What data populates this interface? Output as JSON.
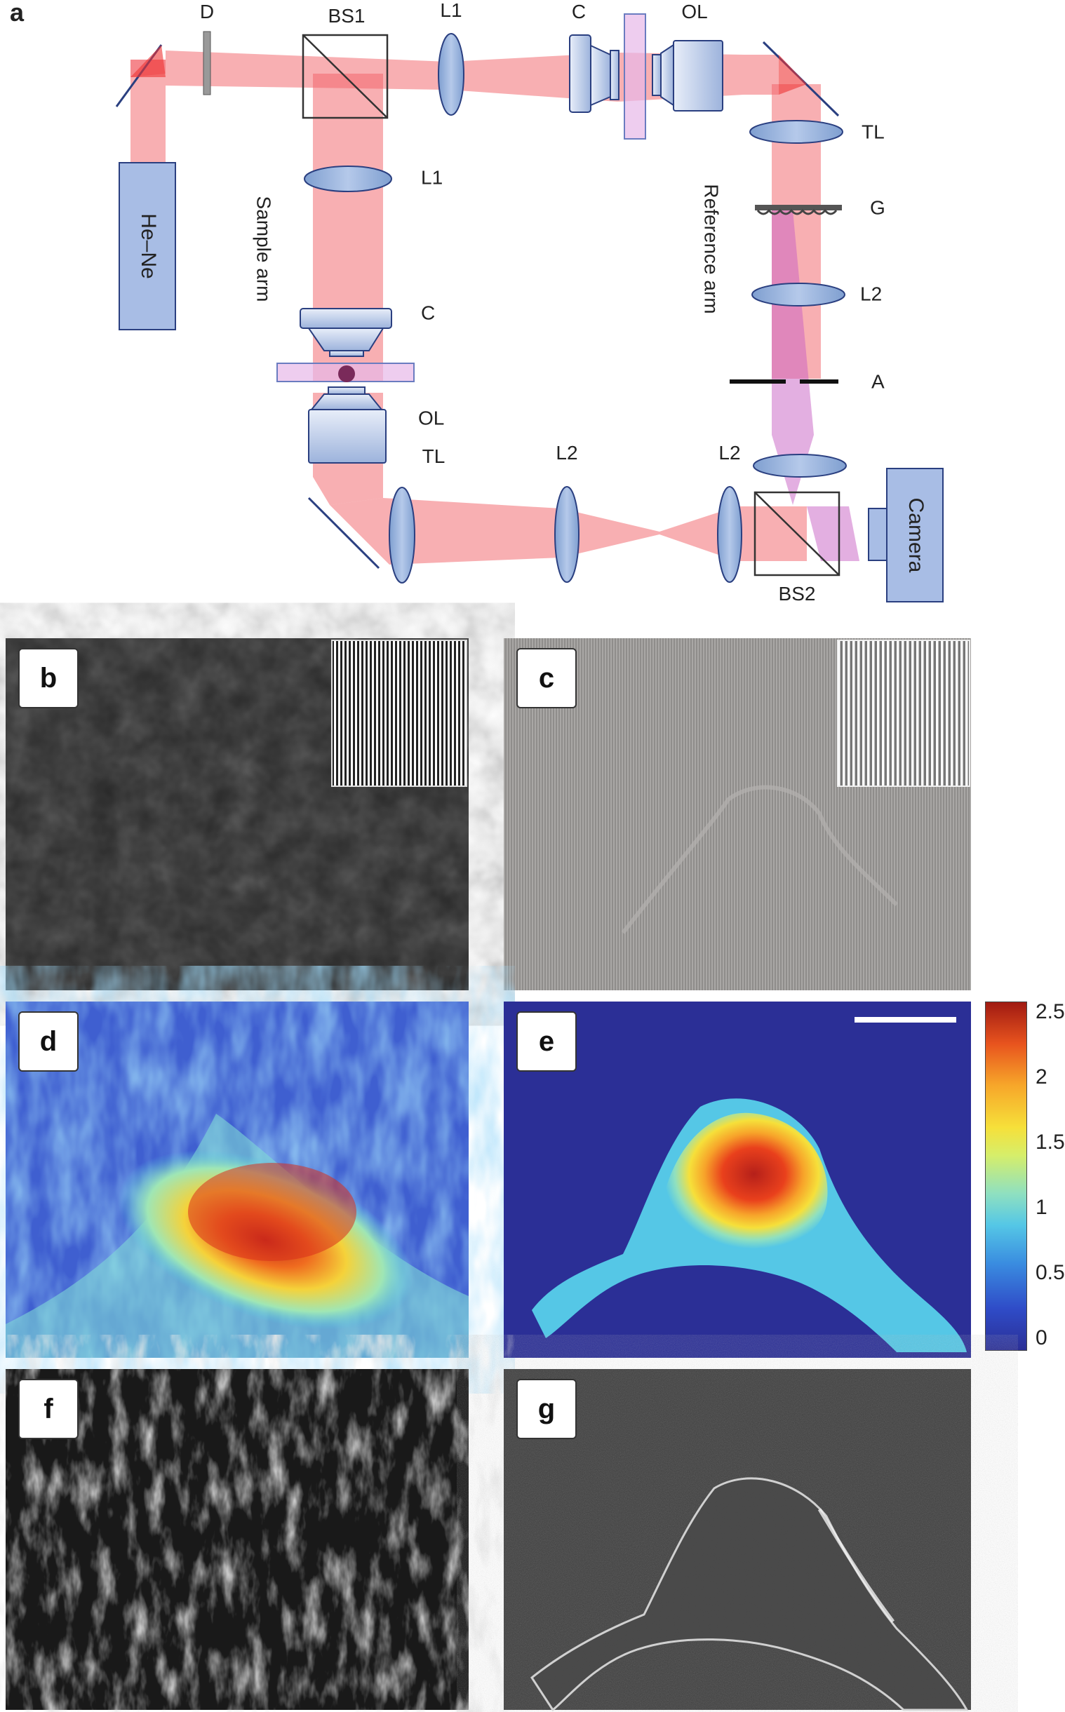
{
  "panel_a": {
    "letter": "a",
    "labels": {
      "D": "D",
      "BS1": "BS1",
      "L1_top": "L1",
      "C_top": "C",
      "OL_top": "OL",
      "L1_sample": "L1",
      "C_sample": "C",
      "OL_sample": "OL",
      "TL_sample": "TL",
      "L2_bottom_mid": "L2",
      "L2_bottom_right": "L2",
      "BS2": "BS2",
      "TL_ref": "TL",
      "G": "G",
      "L2_ref": "L2",
      "A": "A",
      "laser": "He–Ne",
      "camera": "Camera",
      "sample_arm": "Sample arm",
      "reference_arm": "Reference arm"
    }
  },
  "panels": {
    "b": {
      "letter": "b"
    },
    "c": {
      "letter": "c"
    },
    "d": {
      "letter": "d"
    },
    "e": {
      "letter": "e"
    },
    "f": {
      "letter": "f"
    },
    "g": {
      "letter": "g"
    }
  },
  "colorbar": {
    "ticks": [
      "2.5",
      "2",
      "1.5",
      "1",
      "0.5",
      "0"
    ],
    "colors": [
      "#2b2f96",
      "#3a8de0",
      "#55c7e6",
      "#d6ee6a",
      "#f6e03a",
      "#e8541e",
      "#a01a12"
    ]
  }
}
